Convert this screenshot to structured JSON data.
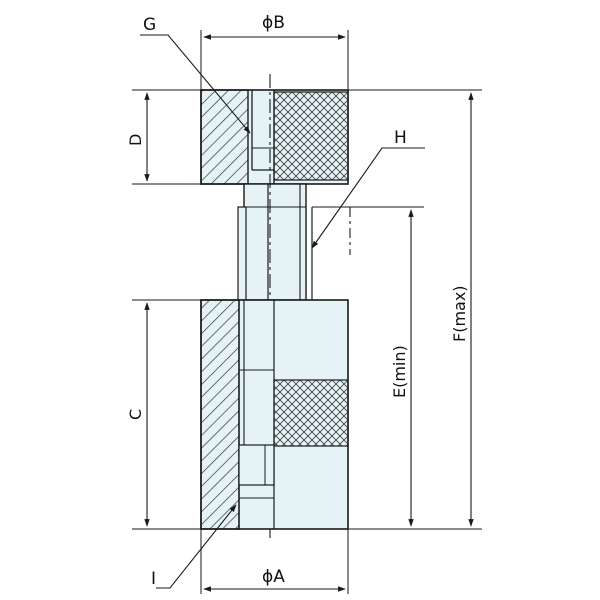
{
  "drawing": {
    "colors": {
      "body_fill": "#e6f3f6",
      "outline": "#1a1a1a",
      "hatch": "#333333",
      "knurl": "#444444",
      "dim_line": "#1a1a1a"
    },
    "labels": {
      "g": "G",
      "h": "H",
      "i": "I",
      "dia_b": "ϕB",
      "dia_a": "ϕA",
      "d": "D",
      "c": "C",
      "e_min": "E(min)",
      "f_max": "F(max)"
    }
  }
}
